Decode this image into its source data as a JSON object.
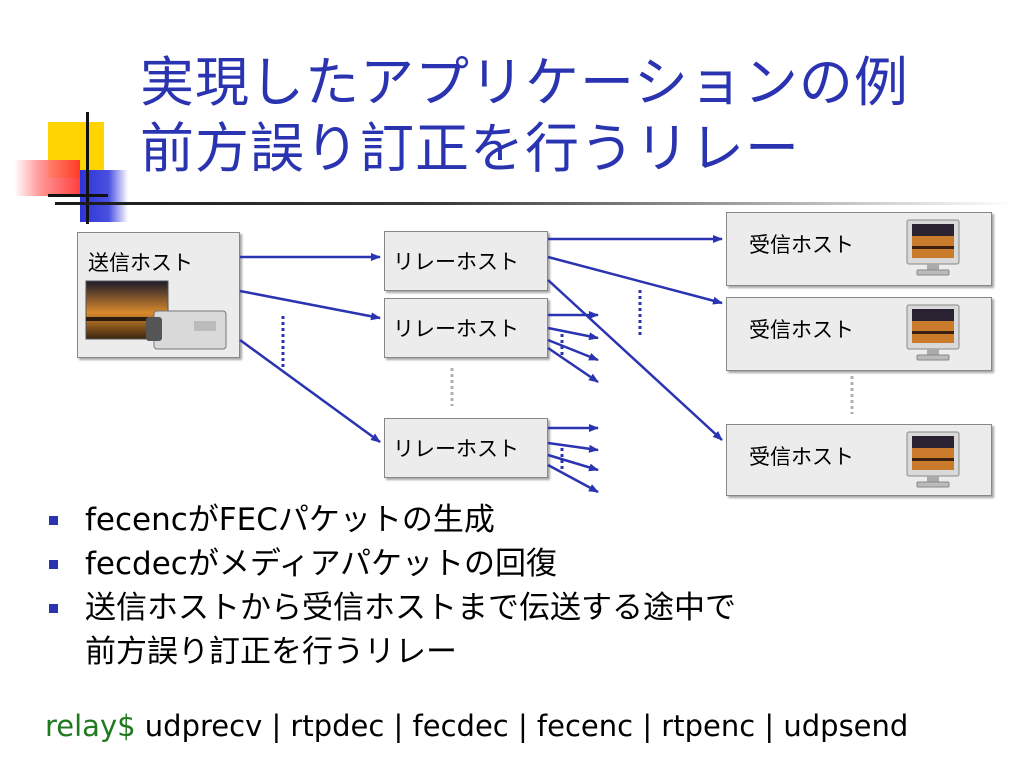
{
  "title": {
    "line1": "実現したアプリケーションの例",
    "line2": "前方誤り訂正を行うリレー"
  },
  "diagram": {
    "sender_label": "送信ホスト",
    "relay_label": "リレーホスト",
    "receiver_label": "受信ホスト",
    "colors": {
      "arrow": "#2b34b0",
      "box": "#ececec",
      "gray_dots": "#b0b0b0"
    }
  },
  "bullets": [
    "fecencがFECパケットの生成",
    "fecdecがメディアパケットの回復",
    "送信ホストから受信ホストまで伝送する途中で",
    "前方誤り訂正を行うリレー"
  ],
  "command": {
    "prompt": "relay$",
    "pipeline": " udprecv | rtpdec | fecdec | fecenc | rtpenc | udpsend"
  }
}
